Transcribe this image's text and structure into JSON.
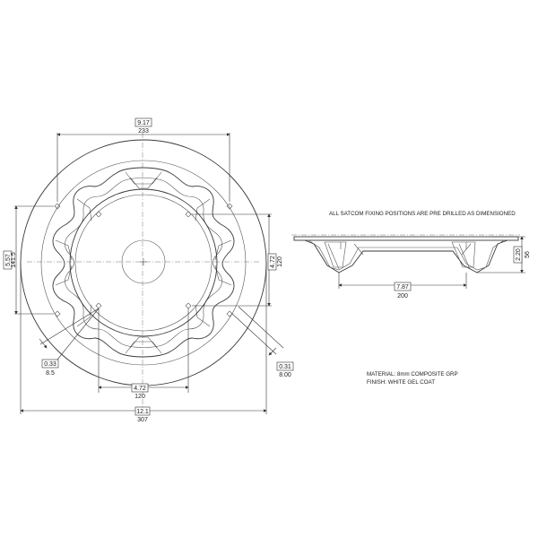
{
  "title": "",
  "notes": {
    "fixing": "ALL SATCOM FIXING POSITIONS ARE PRE DRILLED AS DIMENSIONED",
    "material": "MATERIAL: 8mm COMPOSITE GRP",
    "finish": "FINISH: WHITE GEL COAT"
  },
  "plan_view": {
    "dim_top": {
      "inch": "9.17",
      "mm": "233"
    },
    "dim_left": {
      "inch": "5.57",
      "mm": "141.5"
    },
    "dim_right": {
      "inch": "4.72",
      "mm": "120"
    },
    "dim_bottom_inner": {
      "inch": "4.72",
      "mm": "120"
    },
    "dim_overall": {
      "inch": "12.1",
      "mm": "307"
    },
    "dim_thickness_left": {
      "inch": "0.33",
      "mm": "8.5"
    },
    "dim_thickness_right": {
      "inch": "0.31",
      "mm": "8.00"
    }
  },
  "side_view": {
    "dim_width": {
      "inch": "7.87",
      "mm": "200"
    },
    "dim_height": {
      "inch": "2.20",
      "mm": "56"
    }
  }
}
